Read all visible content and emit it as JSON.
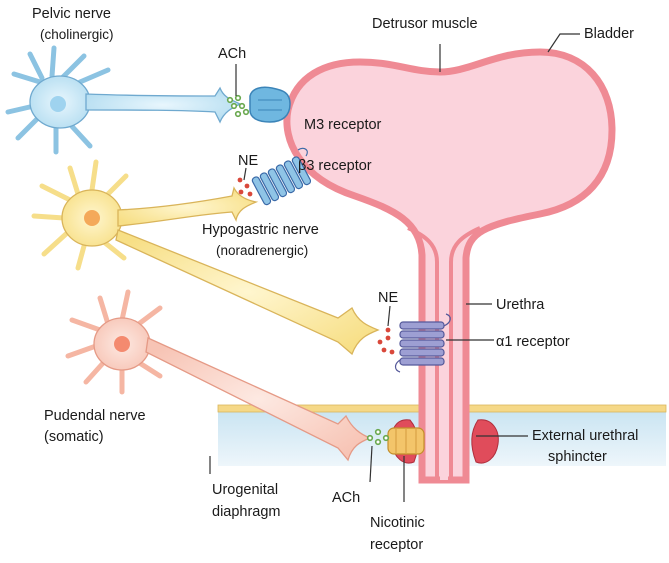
{
  "labels": {
    "pelvic_nerve": "Pelvic nerve",
    "pelvic_nerve_type": "(cholinergic)",
    "detrusor_muscle": "Detrusor muscle",
    "bladder": "Bladder",
    "ach_top": "ACh",
    "m3_receptor": "M3 receptor",
    "ne_top": "NE",
    "b3_receptor": "β3 receptor",
    "hypogastric_nerve": "Hypogastric nerve",
    "hypogastric_nerve_type": "(noradrenergic)",
    "ne_mid": "NE",
    "urethra": "Urethra",
    "a1_receptor": "α1 receptor",
    "pudendal_nerve": "Pudendal nerve",
    "pudendal_nerve_type": "(somatic)",
    "external_sphincter_line1": "External urethral",
    "external_sphincter_line2": "sphincter",
    "urogenital_line1": "Urogenital",
    "urogenital_line2": "diaphragm",
    "ach_bottom": "ACh",
    "nicotinic_line1": "Nicotinic",
    "nicotinic_line2": "receptor"
  },
  "colors": {
    "bladder_fill": "#fbd3dc",
    "bladder_wall": "#ef8a94",
    "pelvic_neuron": "#bfe3f4",
    "hypogastric_neuron": "#fbe8a0",
    "pudendal_neuron": "#fbd3c8",
    "m3_receptor": "#6fb7e0",
    "beta3_receptor": "#8fc4e6",
    "alpha1_receptor": "#9d9fd3",
    "nicotinic_receptor": "#f3c56a",
    "sphincter": "#e04c5b",
    "diaphragm_top": "#f7dc8e",
    "diaphragm_fill": "#d3e9f4",
    "ach_dots": "#6aa84f",
    "ne_dots": "#d9483b"
  }
}
